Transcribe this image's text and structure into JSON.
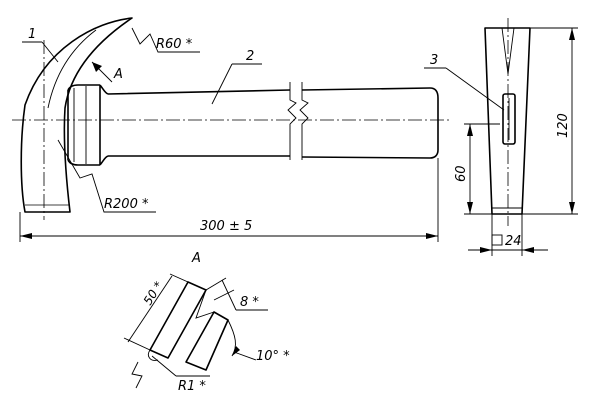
{
  "parts": {
    "p1": "1",
    "p2": "2",
    "p3": "3"
  },
  "view_labels": {
    "arrow": "A",
    "section": "A"
  },
  "dims": {
    "r60": "R60 *",
    "r200": "R200 *",
    "length": "300 ± 5",
    "height": "120",
    "h60": "60",
    "square": "24",
    "d50": "50 *",
    "d8": "8 *",
    "angle": "10° *",
    "r1": "R1 *"
  }
}
